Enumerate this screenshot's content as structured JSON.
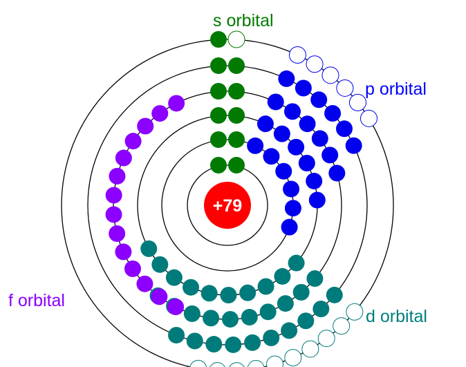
{
  "nucleus": {
    "charge": "+79",
    "color": "#ff0000"
  },
  "labels": {
    "s": {
      "text": "s orbital",
      "color": "#007a00"
    },
    "p": {
      "text": "p orbital",
      "color": "#0000ff"
    },
    "d": {
      "text": "d orbital",
      "color": "#007d7d"
    },
    "f": {
      "text": "f orbital",
      "color": "#8b00ff"
    }
  },
  "colors": {
    "s": "#007a00",
    "p": "#0000ee",
    "d": "#007b7b",
    "f": "#8b00ff",
    "shell": "#000000",
    "empty_slot_fill": "#ffffff"
  },
  "shells": [
    {
      "n": 1,
      "s": 2,
      "p": 0,
      "d": 0,
      "f": 0
    },
    {
      "n": 2,
      "s": 2,
      "p": 6,
      "d": 0,
      "f": 0
    },
    {
      "n": 3,
      "s": 2,
      "p": 6,
      "d": 10,
      "f": 0
    },
    {
      "n": 4,
      "s": 2,
      "p": 6,
      "d": 10,
      "f": 14
    },
    {
      "n": 5,
      "s": 2,
      "p": 6,
      "d": 10,
      "f": 0
    },
    {
      "n": 6,
      "s": 1,
      "p": 0,
      "d": 0,
      "f": 0
    }
  ],
  "capacity": {
    "s": 2,
    "p": 6,
    "d": 10,
    "f": 14
  }
}
